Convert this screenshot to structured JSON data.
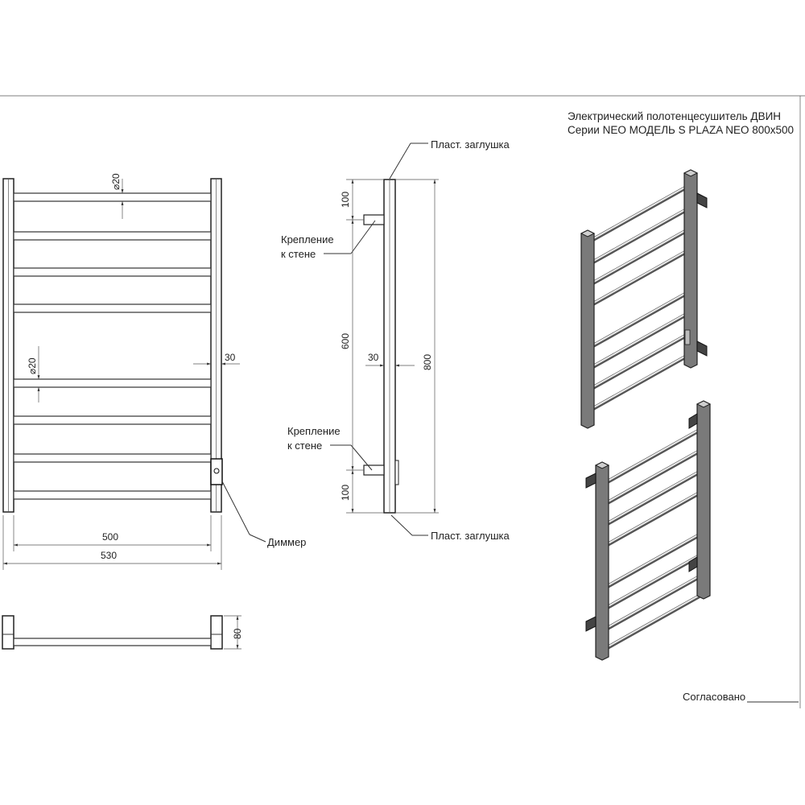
{
  "title": {
    "line1": "Электрический полотенцесушитель ДВИН",
    "line2": "Серии NEO МОДЕЛЬ S PLAZA NEO 800x500"
  },
  "front_view": {
    "dim_diameter_top": "⌀20",
    "dim_diameter_mid": "⌀20",
    "dim_post_width": "30",
    "dim_inner_width": "500",
    "dim_outer_width": "530",
    "callout_dimmer": "Диммер"
  },
  "side_view": {
    "label_cap_top": "Пласт. заглушка",
    "label_cap_bottom": "Пласт. заглушка",
    "label_mount_top_1": "Крепление",
    "label_mount_top_2": "к стене",
    "label_mount_bottom_1": "Крепление",
    "label_mount_bottom_2": "к стене",
    "dim_top_offset": "100",
    "dim_mount_spacing": "600",
    "dim_bottom_offset": "100",
    "dim_depth": "30",
    "dim_height": "800"
  },
  "top_view": {
    "dim_depth": "80"
  },
  "footer": {
    "approved_label": "Согласовано"
  }
}
